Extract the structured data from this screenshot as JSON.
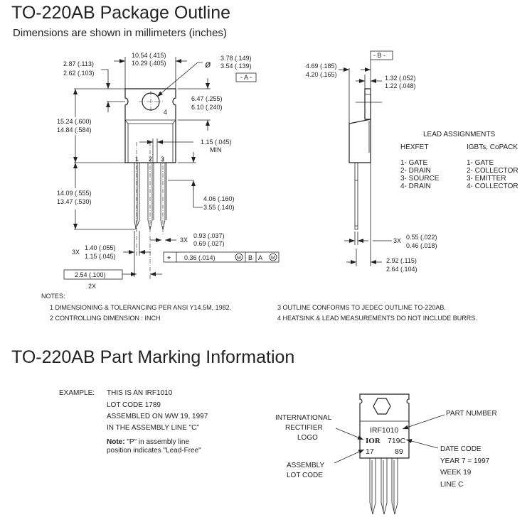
{
  "outline": {
    "title": "TO-220AB Package Outline",
    "subtitle": "Dimensions are shown in millimeters (inches)",
    "front": {
      "width_a": "10.54 (.415)",
      "width_b": "10.29 (.405)",
      "tab_a": "2.87 (.113)",
      "tab_b": "2.62 (.103)",
      "hole_a": "3.78 (.149)",
      "hole_b": "3.54 (.139)",
      "hole_symbol": "ø",
      "datum_a": "- A -",
      "tabh_a": "6.47 (.255)",
      "tabh_b": "6.10 (.240)",
      "body_a": "15.24 (.600)",
      "body_b": "14.84 (.584)",
      "pin4": "4",
      "pins": [
        "1",
        "2",
        "3"
      ],
      "gap_a": "1.15 (.045)",
      "gap_b": "MIN",
      "lead_a": "14.09 (.555)",
      "lead_b": "13.47 (.530)",
      "shoulder_a": "4.06 (.160)",
      "shoulder_b": "3.55 (.140)",
      "leadw_mult": "3X",
      "leadw_a": "0.93 (.037)",
      "leadw_b": "0.69 (.027)",
      "leadt_mult": "3X",
      "leadt_a": "1.40 (.055)",
      "leadt_b": "1.15 (.045)",
      "fcf": {
        "symbol": "⌖",
        "tol": "0.36  (.014)",
        "m1": "M",
        "b": "B",
        "a": "A",
        "m2": "M"
      },
      "pitch": "2.54 (.100)",
      "pitch_mult": "2X"
    },
    "side": {
      "datum_b": "- B -",
      "depth_a": "4.69 (.185)",
      "depth_b": "4.20 (.165)",
      "tabt_a": "1.32 (.052)",
      "tabt_b": "1.22 (.048)",
      "lt_mult": "3X",
      "lt_a": "0.55 (.022)",
      "lt_b": "0.46 (.018)",
      "off_a": "2.92 (.115)",
      "off_b": "2.64 (.104)"
    },
    "lead_assignments": {
      "title": "LEAD ASSIGNMENTS",
      "hexfet": {
        "header": "HEXFET",
        "items": [
          "1- GATE",
          "2- DRAIN",
          "3- SOURCE",
          "4- DRAIN"
        ]
      },
      "igbt": {
        "header": "IGBTs, CoPACK",
        "items": [
          "1- GATE",
          "2- COLLECTOR",
          "3- EMITTER",
          "4- COLLECTOR"
        ]
      }
    },
    "notes": {
      "header": "NOTES:",
      "items": [
        "1  DIMENSIONING & TOLERANCING PER ANSI Y14.5M, 1982.",
        "2  CONTROLLING DIMENSION : INCH",
        "3  OUTLINE CONFORMS TO JEDEC OUTLINE TO-220AB.",
        "4  HEATSINK & LEAD MEASUREMENTS DO NOT INCLUDE BURRS."
      ]
    }
  },
  "marking": {
    "title": "TO-220AB Part Marking Information",
    "example_label": "EXAMPLE:",
    "example_lines": [
      "THIS IS AN IRF1010",
      "LOT CODE 1789",
      "ASSEMBLED ON WW 19, 1997",
      "IN THE ASSEMBLY LINE \"C\""
    ],
    "note_bold": "Note:",
    "note_rest": " \"P\" in assembly line",
    "note_line2": "position indicates \"Lead-Free\"",
    "chip": {
      "part": "IRF1010",
      "logo": "IOR",
      "date": "719C",
      "lot1": "17",
      "lot2": "89"
    },
    "callouts": {
      "logo": [
        "INTERNATIONAL",
        "RECTIFIER",
        "LOGO"
      ],
      "part": "PART NUMBER",
      "date": [
        "DATE CODE",
        "YEAR 7 =  1997",
        "WEEK 19",
        "LINE C"
      ],
      "lot": [
        "ASSEMBLY",
        "LOT CODE"
      ]
    }
  }
}
